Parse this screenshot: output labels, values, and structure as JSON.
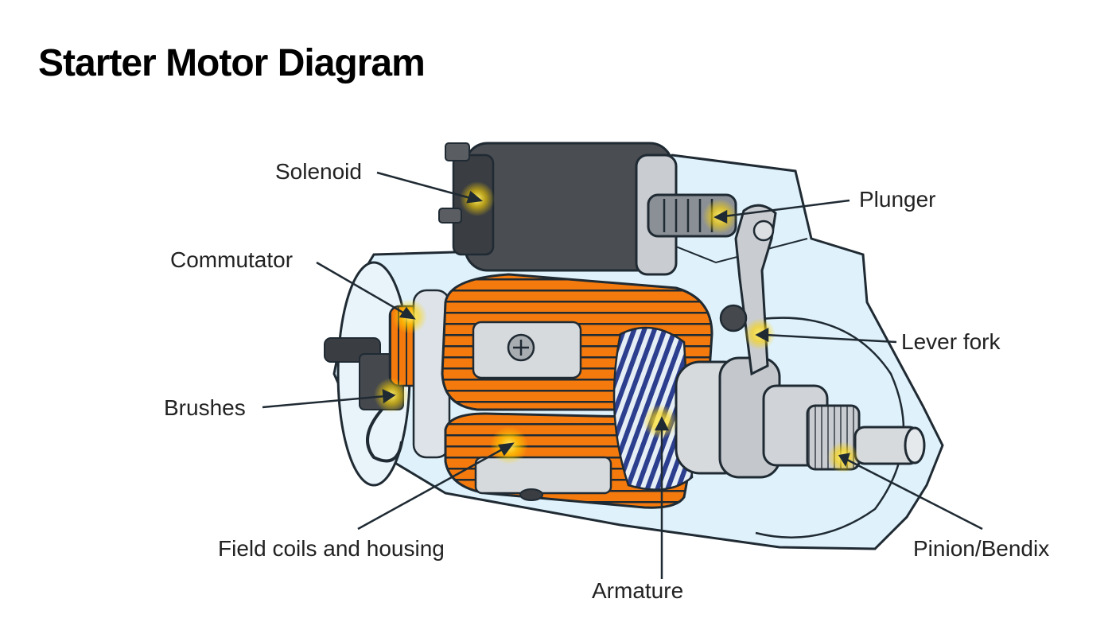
{
  "title": "Starter Motor Diagram",
  "labels": {
    "solenoid": "Solenoid",
    "plunger": "Plunger",
    "commutator": "Commutator",
    "lever_fork": "Lever fork",
    "brushes": "Brushes",
    "field_coils": "Field coils and housing",
    "armature": "Armature",
    "pinion": "Pinion/Bendix"
  },
  "colors": {
    "housing": "#dff1fb",
    "outline": "#1f2a33",
    "coil": "#f47a0e",
    "armature_wire": "#2c3f8f",
    "solenoid_body": "#4a4d52",
    "metal": "#c9ccd0",
    "highlight": "#ffe63b"
  }
}
